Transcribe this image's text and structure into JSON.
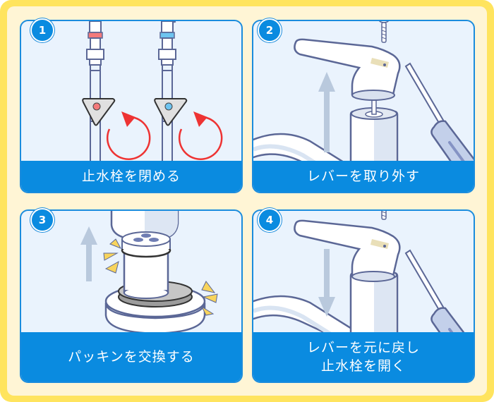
{
  "colors": {
    "outer_border": "#FFE45E",
    "background": "#FFF5D5",
    "panel_border": "#1B8CDD",
    "panel_fill": "#EAF3FD",
    "caption_bg": "#0A8BE0",
    "caption_text": "#FFFFFF",
    "outline": "#5B6796",
    "arrow_red": "#EE3333",
    "hot_marker": "#F47A7A",
    "cold_marker": "#6EC4F0",
    "hint_arrow": "#B9C9DD",
    "spark_yellow": "#F8D45C"
  },
  "steps": [
    {
      "number": "1",
      "caption": "止水栓を閉める",
      "illustration": "two-valves-turn-clockwise"
    },
    {
      "number": "2",
      "caption": "レバーを取り外す",
      "illustration": "lever-removed-with-screwdriver"
    },
    {
      "number": "3",
      "caption": "パッキンを交換する",
      "illustration": "cartridge-packing-replacement"
    },
    {
      "number": "4",
      "caption_line1": "レバーを元に戻し",
      "caption_line2": "止水栓を開く",
      "illustration": "lever-reattached-with-screwdriver"
    }
  ]
}
